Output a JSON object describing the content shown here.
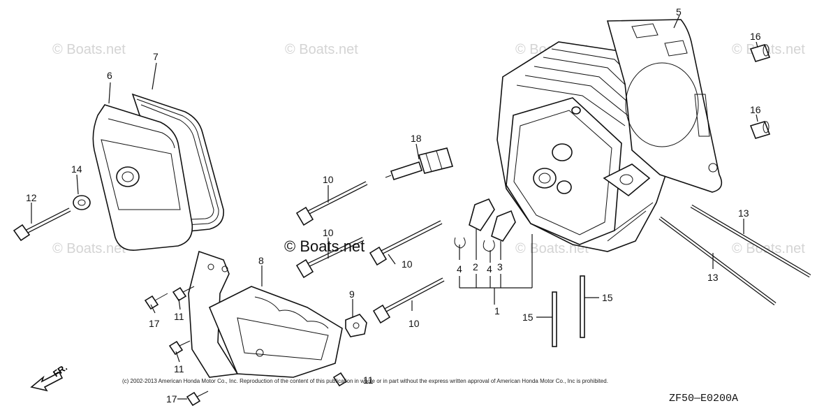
{
  "diagram": {
    "watermarks": [
      "© Boats.net",
      "© Boats.net",
      "© Boats.net",
      "© Boats.net",
      "© Boats.net",
      "© Boats.net",
      "© Boats.net"
    ],
    "center_watermark": "© Boats.net",
    "callouts": {
      "c1": "1",
      "c2": "2",
      "c3": "3",
      "c4a": "4",
      "c4b": "4",
      "c5": "5",
      "c6": "6",
      "c7": "7",
      "c8": "8",
      "c9": "9",
      "c10a": "10",
      "c10b": "10",
      "c10c": "10",
      "c10d": "10",
      "c11a": "11",
      "c11b": "11",
      "c11c": "11",
      "c12": "12",
      "c13a": "13",
      "c13b": "13",
      "c14": "14",
      "c15a": "15",
      "c15b": "15",
      "c16a": "16",
      "c16b": "16",
      "c17a": "17",
      "c17b": "17",
      "c18": "18"
    },
    "front_indicator": "FR.",
    "copyright": "(c) 2002-2013 American Honda Motor Co., Inc. Reproduction of the content of this publication in whole or in part without the express written approval of American Honda Motor Co., Inc is prohibited.",
    "diagram_code": "ZF50—E0200A"
  }
}
